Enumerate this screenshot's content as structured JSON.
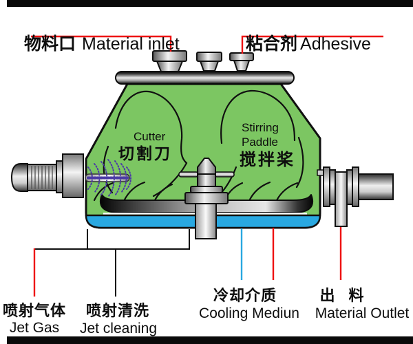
{
  "labels": {
    "material_inlet_zh": "物料口",
    "material_inlet_en": "Material inlet",
    "adhesive_zh": "粘合剂",
    "adhesive_en": "Adhesive",
    "cutter_en": "Cutter",
    "cutter_zh": "切割刀",
    "stirring_paddle_en": "Stirring\nPaddle",
    "stirring_paddle_zh": "搅拌桨",
    "jet_gas_zh": "喷射气体",
    "jet_gas_en": "Jet Gas",
    "jet_cleaning_zh": "喷射清洗",
    "jet_cleaning_en": "Jet cleaning",
    "cooling_medium_zh": "冷却介质",
    "cooling_medium_en": "Cooling Mediun",
    "material_outlet_zh": "出 料",
    "material_outlet_en": "Material Outlet"
  },
  "colors": {
    "vessel_green": "#7cc662",
    "cooling_blue": "#29a8e1",
    "leader_red": "#ee1111",
    "spray_purple": "#4b3ba6",
    "ink": "#0d0d0d"
  }
}
